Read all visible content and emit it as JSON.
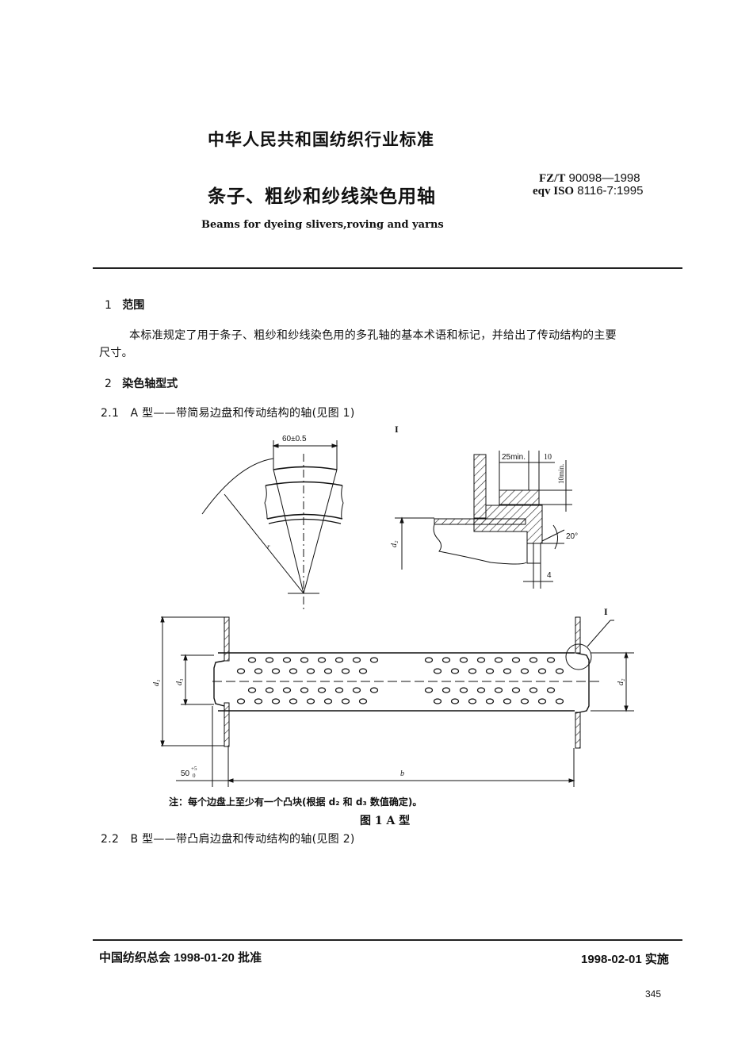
{
  "header": {
    "organization_standard": "中华人民共和国纺织行业标准",
    "title_cn": "条子、粗纱和纱线染色用轴",
    "title_en": "Beams for dyeing slivers,roving and yarns",
    "code_prefix": "FZ/T",
    "code": "90098—1998",
    "equivalence_prefix": "eqv ISO",
    "equivalence": "8116-7:1995"
  },
  "sections": [
    {
      "number": "1",
      "heading": "范围",
      "paragraph_line1": "本标准规定了用于条子、粗纱和纱线染色用的多孔轴的基本术语和标记，并给出了传动结构的主要",
      "paragraph_line2": "尺寸。"
    },
    {
      "number": "2",
      "heading": "染色轴型式"
    }
  ],
  "subsections": [
    {
      "number": "2.1",
      "text": "A 型——带简易边盘和传动结构的轴(见图 1)"
    },
    {
      "number": "2.2",
      "text": "B 型——带凸肩边盘和传动结构的轴(见图 2)"
    }
  ],
  "figure1": {
    "detail_label": "I",
    "dim_width": "60±0.5",
    "dim_radius": "r",
    "dim_25min": "25min.",
    "dim_10": "10",
    "dim_10min": "10min.",
    "dim_angle": "20°",
    "dim_4": "4",
    "dim_d1": "d1",
    "dim_d2": "d2",
    "dim_d3": "d3",
    "dim_50": "50",
    "dim_50_tol_upper": "+5",
    "dim_50_tol_lower": "0",
    "dim_b": "b",
    "note": "注：每个边盘上至少有一个凸块(根据 d₂ 和 d₃ 数值确定)。",
    "caption": "图 1  A 型"
  },
  "footer": {
    "approval": "中国纺织总会 1998-01-20 批准",
    "implementation": "1998-02-01 实施",
    "page_number": "345"
  }
}
